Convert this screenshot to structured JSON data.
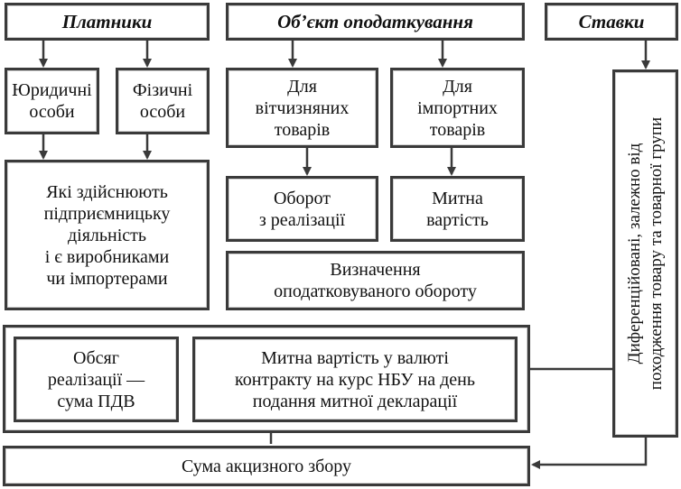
{
  "headers": {
    "payers": "Платники",
    "object": "Об’єкт оподаткування",
    "rates": "Ставки"
  },
  "payers": {
    "legal": "Юридичні\nособи",
    "physical": "Фізичні\nособи",
    "description": "Які здійснюють\nпідприємницьку\nдіяльність\nі є виробниками\nчи імпортерами"
  },
  "object": {
    "domestic": "Для\nвітчизняних\nтоварів",
    "imported": "Для\nімпортних\nтоварів",
    "turnover": "Оборот\nз реалізації",
    "customs_value": "Митна\nвартість",
    "determination": "Визначення\nоподатковуваного обороту"
  },
  "rates": {
    "differentiated": "Диференційовані, залежно від\nпоходження товару та товарної групи"
  },
  "bottom": {
    "sales_volume": "Обсяг\nреалізації —\nсума ПДВ",
    "customs_currency": "Митна вартість у валюті\nконтракту на курс НБУ на день\nподання митної декларації",
    "excise_sum": "Сума акцизного збору"
  }
}
